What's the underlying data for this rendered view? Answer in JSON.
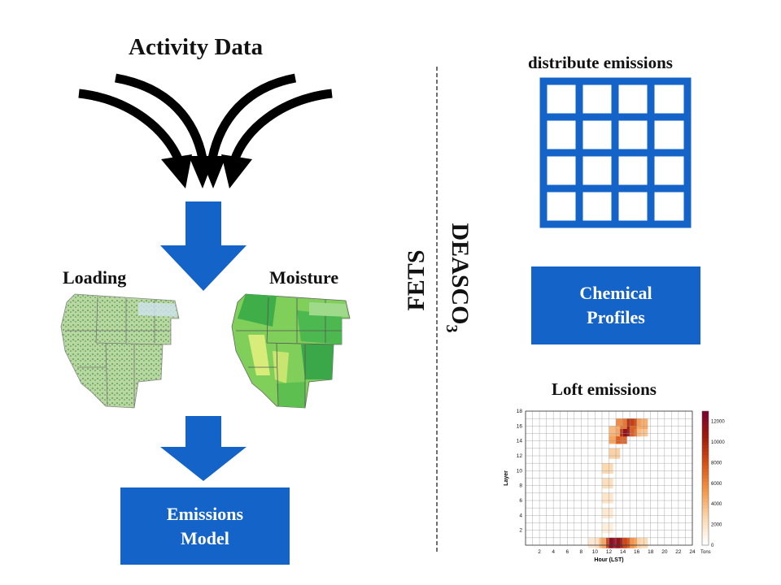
{
  "left": {
    "activity_title": "Activity Data",
    "loading_label": "Loading",
    "moisture_label": "Moisture",
    "emissions_model": [
      "Emissions",
      "Model"
    ]
  },
  "center": {
    "fets_label": "FETS",
    "deasco_label": "DEASCO",
    "deasco_subscript": "3"
  },
  "right": {
    "distribute_title": "distribute emissions",
    "chemical_profiles": [
      "Chemical",
      "Profiles"
    ],
    "loft_title": "Loft emissions"
  },
  "colors": {
    "blue": "#1463c8",
    "arrow": "#000000",
    "dashed_line": "#111111"
  },
  "icons": [
    "curved-arrow-icon",
    "down-arrow-icon",
    "grid-icon",
    "map-icon"
  ],
  "chart_data": {
    "type": "heatmap",
    "xlabel": "Hour (LST)",
    "ylabel": "Layer",
    "x_ticks": [
      2,
      4,
      6,
      8,
      10,
      12,
      14,
      16,
      18,
      20,
      22,
      24
    ],
    "y_ticks": [
      2,
      4,
      6,
      8,
      10,
      12,
      14,
      16,
      18
    ],
    "xlim": [
      0,
      24
    ],
    "ylim": [
      0,
      18
    ],
    "colorbar_ticks": [
      0,
      2000,
      4000,
      6000,
      8000,
      10000,
      12000
    ],
    "colorbar_label": "Tons",
    "colorbar_range": [
      0,
      13000
    ],
    "cells": [
      {
        "hour": 12,
        "layer": 1,
        "value": 9000
      },
      {
        "hour": 13,
        "layer": 1,
        "value": 12000
      },
      {
        "hour": 14,
        "layer": 1,
        "value": 11000
      },
      {
        "hour": 15,
        "layer": 1,
        "value": 8000
      },
      {
        "hour": 16,
        "layer": 1,
        "value": 5000
      },
      {
        "hour": 11,
        "layer": 1,
        "value": 4000
      },
      {
        "hour": 17,
        "layer": 1,
        "value": 2500
      },
      {
        "hour": 10,
        "layer": 1,
        "value": 1500
      },
      {
        "hour": 12,
        "layer": 3,
        "value": 1200
      },
      {
        "hour": 12,
        "layer": 5,
        "value": 1500
      },
      {
        "hour": 12,
        "layer": 7,
        "value": 1800
      },
      {
        "hour": 12,
        "layer": 9,
        "value": 2200
      },
      {
        "hour": 12,
        "layer": 11,
        "value": 2600
      },
      {
        "hour": 13,
        "layer": 13,
        "value": 3000
      },
      {
        "hour": 13,
        "layer": 15,
        "value": 5000
      },
      {
        "hour": 14,
        "layer": 15,
        "value": 7500
      },
      {
        "hour": 14,
        "layer": 16,
        "value": 9500
      },
      {
        "hour": 15,
        "layer": 16,
        "value": 11500
      },
      {
        "hour": 15,
        "layer": 17,
        "value": 10000
      },
      {
        "hour": 16,
        "layer": 17,
        "value": 8500
      },
      {
        "hour": 14,
        "layer": 17,
        "value": 6000
      },
      {
        "hour": 16,
        "layer": 16,
        "value": 7000
      },
      {
        "hour": 17,
        "layer": 16,
        "value": 3500
      },
      {
        "hour": 17,
        "layer": 17,
        "value": 4500
      },
      {
        "hour": 13,
        "layer": 16,
        "value": 4000
      }
    ]
  }
}
